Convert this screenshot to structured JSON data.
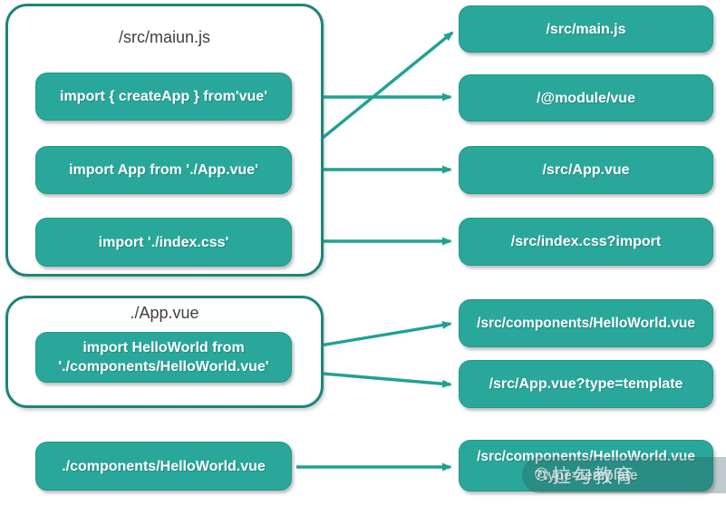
{
  "colors": {
    "box_fill": "#2aa79b",
    "box_border": "#219a8d",
    "container_border": "#1d8579",
    "arrow": "#1fa294",
    "title_text": "#3f3f3f",
    "box_text": "#ffffff"
  },
  "groups": [
    {
      "title": "/src/maiun.js",
      "items": [
        "import { createApp } from'vue'",
        "import App from './App.vue'",
        "import './index.css'"
      ]
    },
    {
      "title": "./App.vue",
      "item_line1": "import HelloWorld from",
      "item_line2": "'./components/HelloWorld.vue'"
    }
  ],
  "standalone": {
    "label": "./components/HelloWorld.vue"
  },
  "resolved": [
    {
      "label": "/src/main.js"
    },
    {
      "label": "/@module/vue"
    },
    {
      "label": "/src/App.vue"
    },
    {
      "label": "/src/index.css?import"
    },
    {
      "label": "/src/components/HelloWorld.vue"
    },
    {
      "label": "/src/App.vue?type=template"
    },
    {
      "line1": "/src/components/HelloWorld.vue",
      "line2": "?type=template"
    }
  ],
  "watermark": {
    "logo": "©",
    "text": "拉勾教育"
  }
}
